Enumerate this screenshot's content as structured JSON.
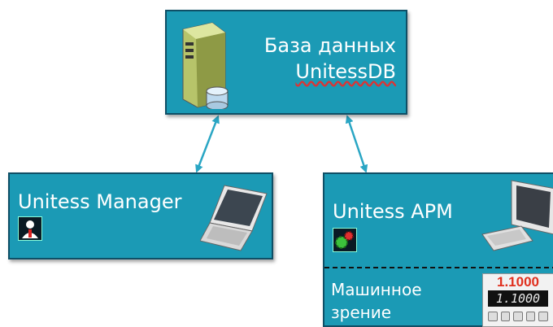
{
  "db_box": {
    "title_line1": "База данных",
    "title_line2": "UnitessDB",
    "icon": "server-database-icon"
  },
  "manager_box": {
    "title": "Unitess Manager",
    "app_icon": "user-manager-app-icon",
    "device_icon": "laptop-icon"
  },
  "arm_box": {
    "title": "Unitess АРМ",
    "subtitle_line1": "Машинное",
    "subtitle_line2": "зрение",
    "app_icon": "gears-app-icon",
    "device_icon": "desktop-computer-icon",
    "meter": {
      "value_red": "1.1000",
      "value_lcd": "1.1000",
      "icon": "digital-meter-icon"
    }
  },
  "colors": {
    "box_fill": "#1b9ab5",
    "box_border": "#0f4f66",
    "arrow": "#2aa6c4",
    "text": "#ffffff"
  }
}
